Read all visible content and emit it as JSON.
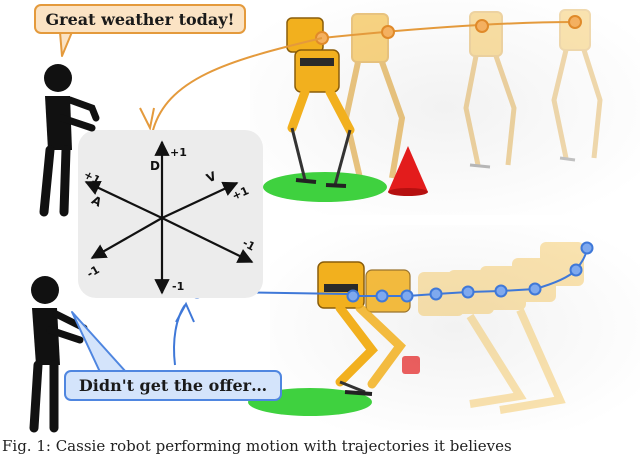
{
  "speech": {
    "top": "Great weather today!",
    "bottom": "Didn't get the offer…"
  },
  "emotion_axes": {
    "labels": {
      "d_axis": "D",
      "v_axis": "V",
      "a_axis": "A",
      "d_pos": "+1",
      "d_neg": "-1",
      "v_pos": "+1",
      "v_neg": "-1",
      "a_pos": "+1",
      "a_neg": "-1"
    }
  },
  "caption": "Fig. 1: Cassie robot performing motion with trajectories it believes",
  "colors": {
    "orange_accent": "#e49a3c",
    "blue_accent": "#4f86e0",
    "robot_yellow": "#f2b01e",
    "cone_red": "#e31c1c",
    "ground_green": "#3fd13f"
  }
}
